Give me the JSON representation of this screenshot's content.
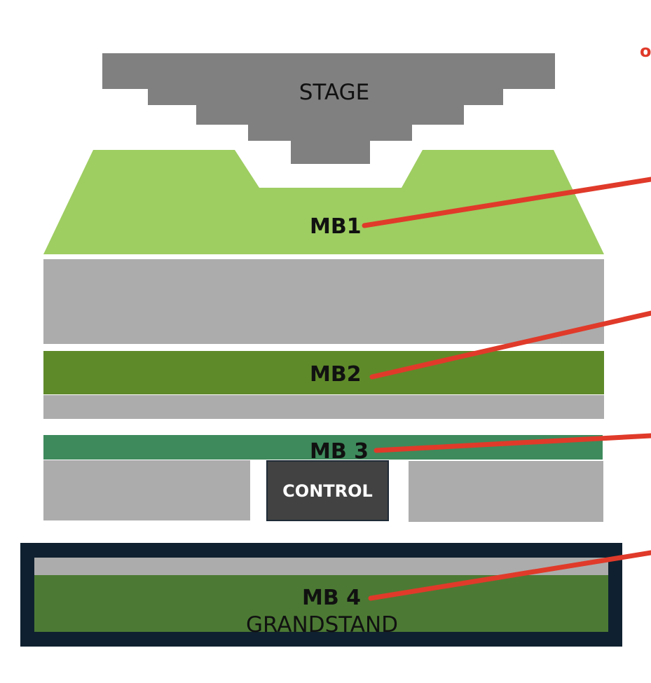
{
  "colors": {
    "stage": "#808080",
    "mb1": "#9ecd62",
    "mb2": "#5f8a2a",
    "mb3": "#3e8a5c",
    "mb4": "#4c7a34",
    "seating": "#acacac",
    "control": "#424242",
    "grandstand_frame": "#0f2130",
    "pointer": "#e03a2a"
  },
  "stage": {
    "label": "STAGE"
  },
  "zones": [
    {
      "id": "mb1",
      "label": "MB1"
    },
    {
      "id": "mb2",
      "label": "MB2"
    },
    {
      "id": "mb3",
      "label": "MB 3"
    },
    {
      "id": "mb4",
      "label": "MB 4"
    }
  ],
  "control": {
    "label": "CONTROL"
  },
  "grandstand": {
    "label": "GRANDSTAND"
  },
  "corner_mark": "o"
}
